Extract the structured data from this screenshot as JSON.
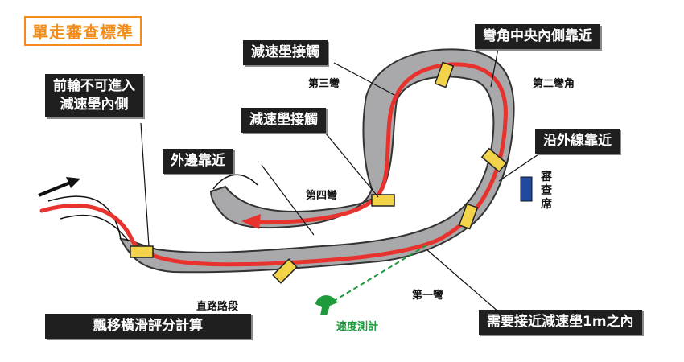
{
  "title": "單走審查標準",
  "callouts": {
    "front_wheel": [
      "前輪不可進入",
      "減速壆內側"
    ],
    "outer_edge": "外邊靠近",
    "barrier_touch_top": "減速壆接觸",
    "barrier_touch_mid": "減速壆接觸",
    "corner_inside": "彎角中央內側靠近",
    "outer_line": "沿外線靠近",
    "drift_score": "飄移橫滑評分計算",
    "within_1m": "需要接近減速壆1m之內"
  },
  "labels": {
    "turn3": "第三彎",
    "turn2": "第二彎角",
    "turn4": "第四彎",
    "turn1": "第一彎",
    "straight": "直路路段",
    "speed": "速度測計",
    "judges": "審查席"
  },
  "colors": {
    "track": "#a9a9ab",
    "line": "#e8322d",
    "barrier": "#f2d34a",
    "judges_box": "#1f4aa0",
    "speed": "#1e9a3d",
    "title": "#f28c1a"
  },
  "icons": [
    "direction-arrow-icon",
    "speed-gun-icon"
  ]
}
